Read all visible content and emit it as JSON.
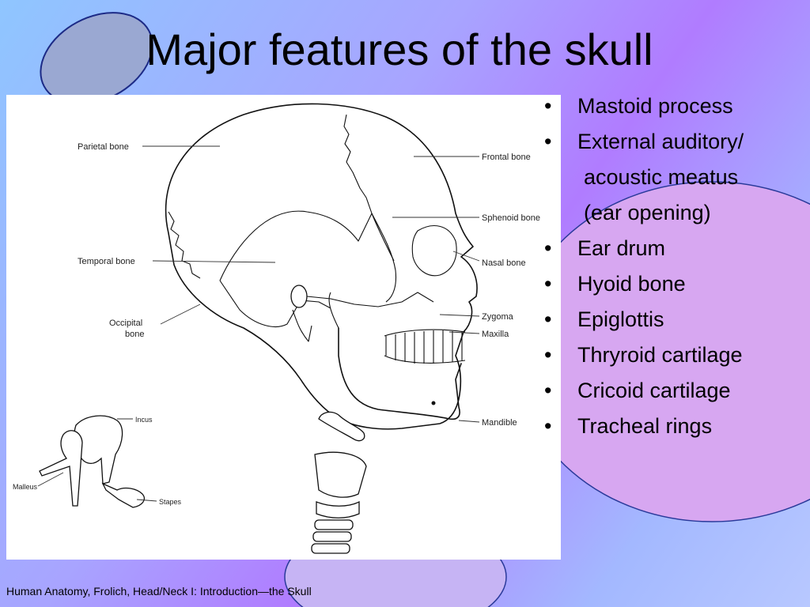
{
  "slide": {
    "title": "Major features of the skull",
    "footer": "Human Anatomy, Frolich, Head/Neck I:  Introduction—the Skull"
  },
  "figure": {
    "labels": {
      "parietal": "Parietal bone",
      "frontal": "Frontal bone",
      "sphenoid": "Sphenoid bone",
      "temporal": "Temporal bone",
      "nasal": "Nasal bone",
      "occipital_1": "Occipital",
      "occipital_2": "bone",
      "zygoma": "Zygoma",
      "maxilla": "Maxilla",
      "mandible": "Mandible",
      "incus": "Incus",
      "malleus": "Malleus",
      "stapes": "Stapes"
    }
  },
  "bullets": {
    "marker": "•",
    "items": [
      "Mastoid process",
      "External auditory/",
      "Ear drum",
      "Hyoid bone",
      "Epiglottis",
      "Thryroid cartilage",
      "Cricoid cartilage",
      "Tracheal rings"
    ],
    "continuation": [
      "acoustic meatus",
      " (ear opening)"
    ]
  }
}
